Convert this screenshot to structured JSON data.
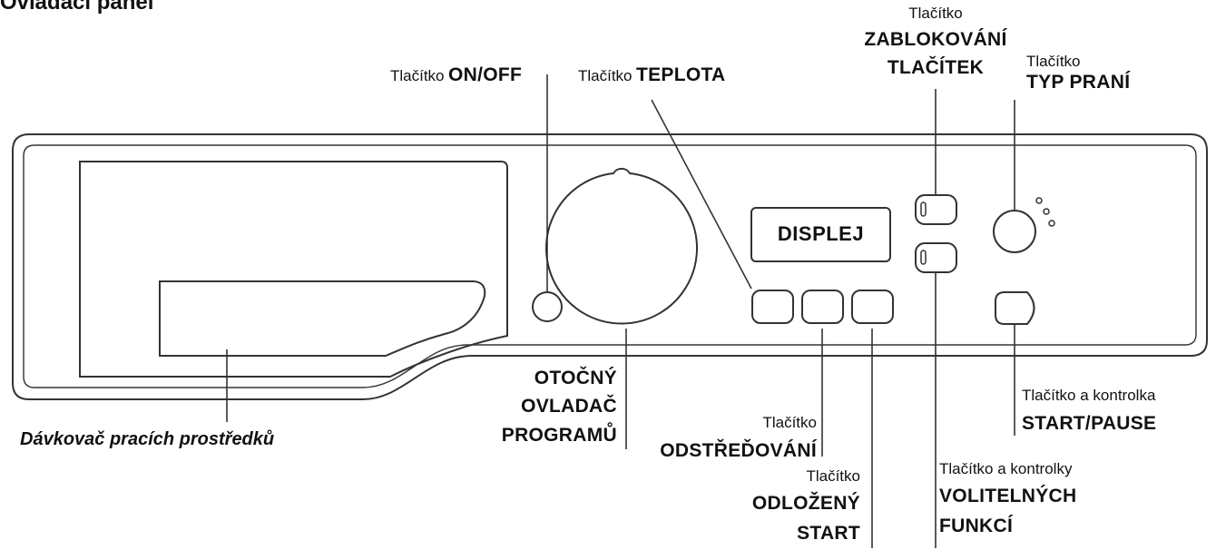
{
  "title": "Ovládací panel",
  "display_label": "DISPLEJ",
  "labels": {
    "on_off": {
      "prefix": "Tlačítko",
      "name": "ON/OFF"
    },
    "teplota": {
      "prefix": "Tlačítko",
      "name": "TEPLOTA"
    },
    "zablokovani": {
      "prefix": "Tlačítko",
      "line1": "ZABLOKOVÁNÍ",
      "line2": "TLAČÍTEK"
    },
    "typ_prani": {
      "prefix": "Tlačítko",
      "name": "TYP PRANÍ"
    },
    "davkovac": {
      "text": "Dávkovač pracích prostředků"
    },
    "otocny": {
      "line1": "OTOČNÝ",
      "line2": "OVLADAČ",
      "line3": "PROGRAMŮ"
    },
    "odstredovani": {
      "prefix": "Tlačítko",
      "name": "ODSTŘEĎOVÁNÍ"
    },
    "odlozeny": {
      "prefix": "Tlačítko",
      "line1": "ODLOŽENÝ",
      "line2": "START"
    },
    "volitelnych": {
      "prefix": "Tlačítko a kontrolky",
      "line1": "VOLITELNÝCH",
      "line2": "FUNKCÍ"
    },
    "start_pause": {
      "prefix": "Tlačítko a kontrolka",
      "name": "START/PAUSE"
    }
  }
}
